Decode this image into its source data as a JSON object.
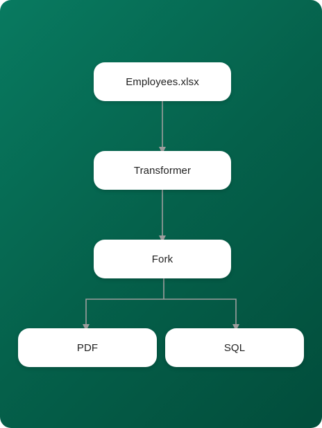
{
  "diagram": {
    "nodes": {
      "employees": {
        "label": "Employees.xlsx"
      },
      "transformer": {
        "label": "Transformer"
      },
      "fork": {
        "label": "Fork"
      },
      "pdf": {
        "label": "PDF"
      },
      "sql": {
        "label": "SQL"
      }
    },
    "edges": [
      {
        "from": "Employees.xlsx",
        "to": "Transformer"
      },
      {
        "from": "Transformer",
        "to": "Fork"
      },
      {
        "from": "Fork",
        "to": "PDF"
      },
      {
        "from": "Fork",
        "to": "SQL"
      }
    ],
    "colors": {
      "background_start": "#087a60",
      "background_end": "#024d3b",
      "node_fill": "#ffffff",
      "node_text": "#1f1f1f",
      "connector": "#9e9e9e"
    }
  }
}
